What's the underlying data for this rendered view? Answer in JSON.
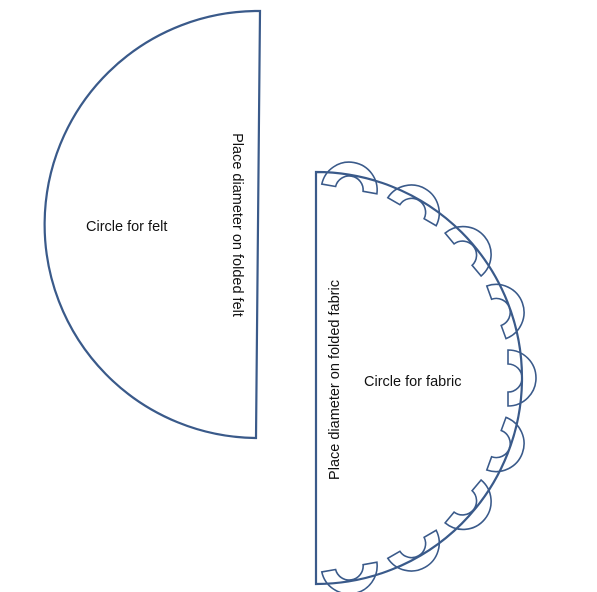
{
  "felt": {
    "center_label": "Circle for felt",
    "diameter_label": "Place diameter on folded felt"
  },
  "fabric": {
    "center_label": "Circle for fabric",
    "diameter_label": "Place diameter on folded fabric"
  },
  "colors": {
    "outline": "#3a5a8a",
    "text": "#111111"
  }
}
